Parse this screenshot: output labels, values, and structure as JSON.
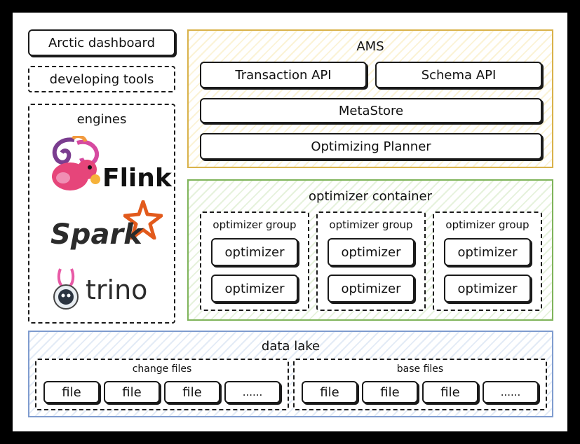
{
  "left": {
    "arctic_dashboard": "Arctic dashboard",
    "developing_tools": "developing tools",
    "engines": {
      "title": "engines",
      "items": [
        {
          "label": "Flink",
          "icon": "flink-squirrel-icon"
        },
        {
          "label": "Spark",
          "icon": "spark-star-icon"
        },
        {
          "label": "trino",
          "icon": "trino-bunny-icon"
        }
      ]
    }
  },
  "ams": {
    "title": "AMS",
    "transaction_api": "Transaction API",
    "schema_api": "Schema API",
    "metastore": "MetaStore",
    "optimizing_planner": "Optimizing Planner"
  },
  "optimizer_container": {
    "title": "optimizer container",
    "groups": [
      {
        "title": "optimizer group",
        "optimizers": [
          "optimizer",
          "optimizer"
        ]
      },
      {
        "title": "optimizer group",
        "optimizers": [
          "optimizer",
          "optimizer"
        ]
      },
      {
        "title": "optimizer group",
        "optimizers": [
          "optimizer",
          "optimizer"
        ]
      }
    ]
  },
  "data_lake": {
    "title": "data lake",
    "change_files": {
      "title": "change files",
      "files": [
        "file",
        "file",
        "file",
        "......"
      ]
    },
    "base_files": {
      "title": "base files",
      "files": [
        "file",
        "file",
        "file",
        "......"
      ]
    }
  },
  "colors": {
    "ams_border": "#d9b24a",
    "optimizer_border": "#7fb45a",
    "lake_border": "#7f9ccf",
    "flink_pink": "#e6457a",
    "spark_orange": "#e25a1c"
  }
}
